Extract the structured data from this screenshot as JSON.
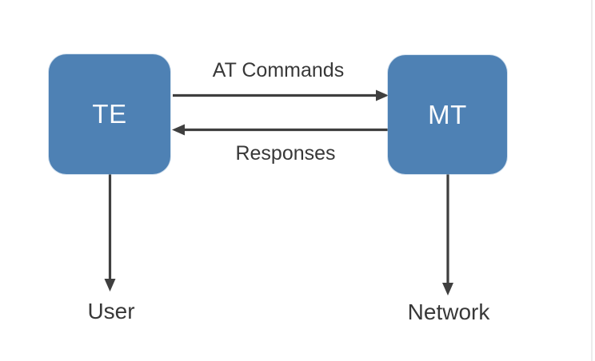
{
  "diagram": {
    "nodes": [
      {
        "id": "te",
        "label": "TE"
      },
      {
        "id": "mt",
        "label": "MT"
      }
    ],
    "edges": [
      {
        "from": "te",
        "to": "mt",
        "label": "AT Commands",
        "direction": "right"
      },
      {
        "from": "mt",
        "to": "te",
        "label": "Responses",
        "direction": "left"
      },
      {
        "from": "te",
        "to": "user",
        "direction": "down"
      },
      {
        "from": "mt",
        "to": "network",
        "direction": "down"
      }
    ],
    "edge_labels": {
      "at_commands": "AT Commands",
      "responses": "Responses"
    },
    "endpoint_labels": {
      "user": "User",
      "network": "Network"
    },
    "colors": {
      "node_fill": "#4e81b4",
      "node_text": "#ffffff",
      "arrow": "#3f3f3f",
      "label_text": "#383838",
      "background": "#ffffff"
    }
  }
}
